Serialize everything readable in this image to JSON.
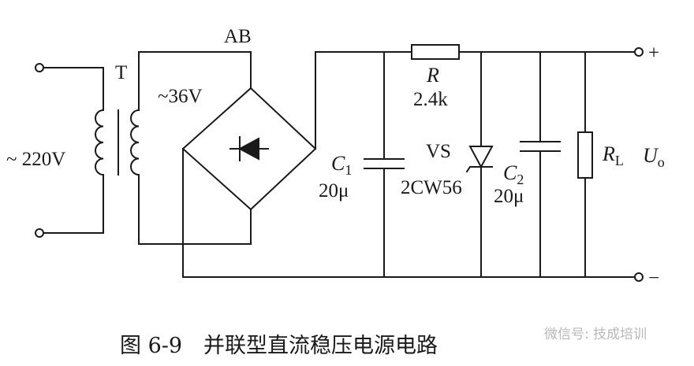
{
  "input_voltage": "~ 220V",
  "transformer": "T",
  "secondary_voltage": "~36V",
  "bridge_label": "AB",
  "resistor": {
    "symbol": "R",
    "value": "2.4k"
  },
  "c1": {
    "symbol": "C",
    "subscript": "1",
    "value": "20μ"
  },
  "zener": {
    "symbol": "VS",
    "model": "2CW56"
  },
  "c2": {
    "symbol": "C",
    "subscript": "2",
    "value": "20μ"
  },
  "load": {
    "symbol": "R",
    "subscript": "L"
  },
  "output": {
    "symbol": "U",
    "subscript": "o",
    "plus": "+",
    "minus": "−"
  },
  "caption": "图 6-9　并联型直流稳压电源电路",
  "watermark": "微信号: 技成培训"
}
